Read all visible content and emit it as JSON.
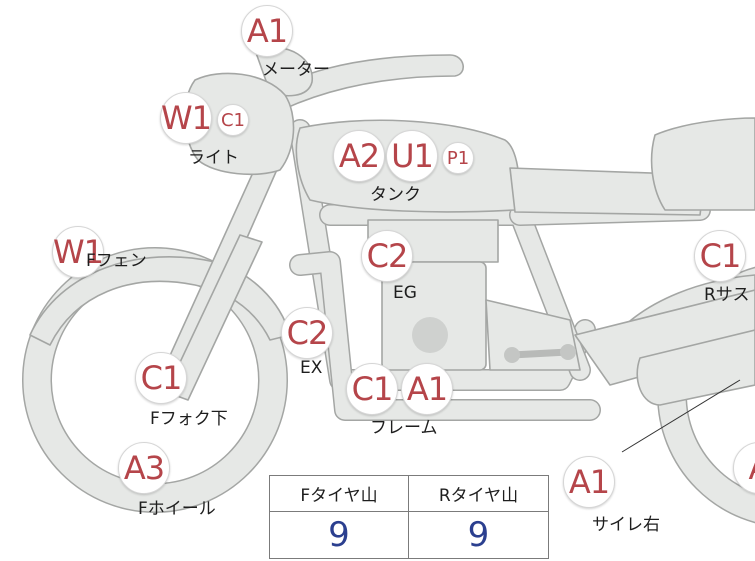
{
  "parts": [
    {
      "id": "meter",
      "badges": [
        "A1"
      ],
      "label": "メーター"
    },
    {
      "id": "light",
      "badges": [
        "W1",
        "C1"
      ],
      "label": "ライト"
    },
    {
      "id": "tank",
      "badges": [
        "A2",
        "U1",
        "P1"
      ],
      "label": "タンク"
    },
    {
      "id": "f-fender",
      "badges": [
        "W1"
      ],
      "label": "Fフェン"
    },
    {
      "id": "engine",
      "badges": [
        "C2"
      ],
      "label": "EG"
    },
    {
      "id": "exhaust",
      "badges": [
        "C2"
      ],
      "label": "EX"
    },
    {
      "id": "f-fork",
      "badges": [
        "C1"
      ],
      "label": "Fフォク下"
    },
    {
      "id": "frame",
      "badges": [
        "C1",
        "A1"
      ],
      "label": "フレーム"
    },
    {
      "id": "f-wheel",
      "badges": [
        "A3"
      ],
      "label": "Fホイール"
    },
    {
      "id": "r-suspension",
      "badges": [
        "C1"
      ],
      "label": "Rサス"
    },
    {
      "id": "silencer-right",
      "badges": [
        "A1"
      ],
      "label": "サイレ右"
    },
    {
      "id": "r-wheel",
      "badges": [
        "A"
      ],
      "label": ""
    }
  ],
  "tread": {
    "front_label": "Fタイヤ山",
    "rear_label": "Rタイヤ山",
    "front_value": "9",
    "rear_value": "9"
  },
  "colors": {
    "badge_text": "#b5454a",
    "value_text": "#2b3f8f",
    "bike_fill": "#e6e8e6",
    "bike_stroke": "#a4a6a4"
  }
}
